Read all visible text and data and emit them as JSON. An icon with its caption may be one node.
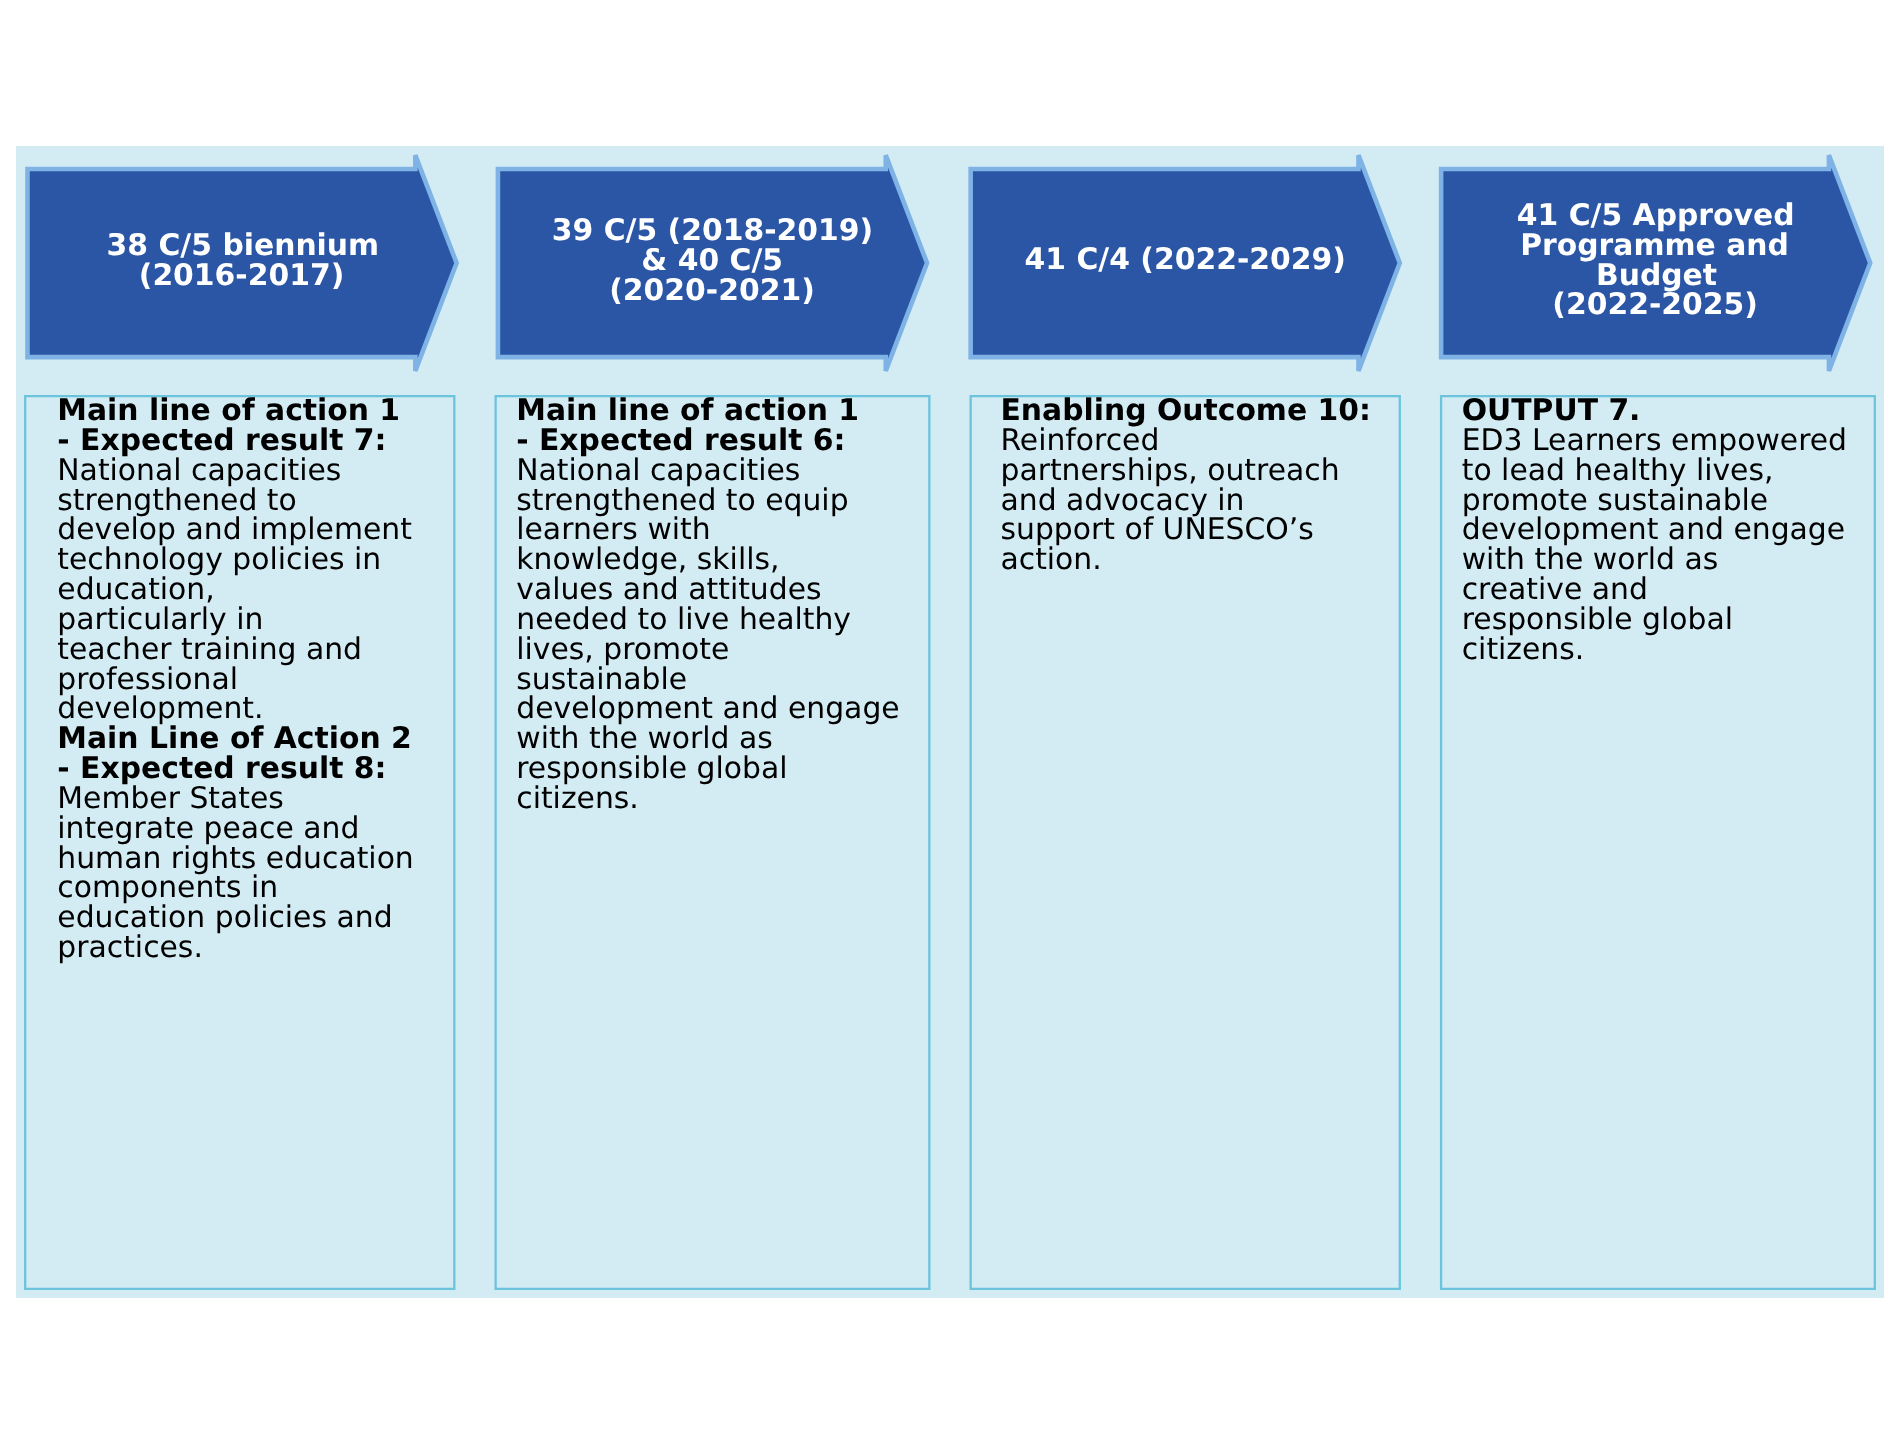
{
  "diagram": {
    "nodes": [
      {
        "text": [
          "38 C/5 biennium (2016-2017)"
        ]
      },
      {
        "text": [
          "39 C/5 (2018-2019) & 40 C/5 (2020-2021)"
        ]
      },
      {
        "text": [
          "41 C/4 (2022-2029)"
        ]
      },
      {
        "text": [
          "41 C/5 Approved Programme and Budget  (2022-2025)"
        ]
      },
      {
        "text": [
          "Main line of action 1 - Expected result 7:",
          "National capacities strengthened to develop and implement technology policies in education, particularly in teacher training and professional development.",
          "Main Line of Action 2 - Expected result 8:",
          "Member States integrate peace and human rights education components in education policies and practices."
        ]
      },
      {
        "text": [
          "Main line of action 1 - Expected result 6:",
          "National capacities strengthened to equip learners with knowledge, skills, values and attitudes needed to live healthy lives, promote sustainable development and engage with the world as responsible global citizens."
        ]
      },
      {
        "text": [
          "Enabling Outcome 10:",
          "Reinforced partnerships, outreach and advocacy in support of UNESCO’s action."
        ]
      },
      {
        "text": [
          "OUTPUT 7.",
          "ED3 Learners empowered to lead healthy lives, promote sustainable development and engage with the world as creative and responsible global citizens."
        ]
      }
    ]
  }
}
